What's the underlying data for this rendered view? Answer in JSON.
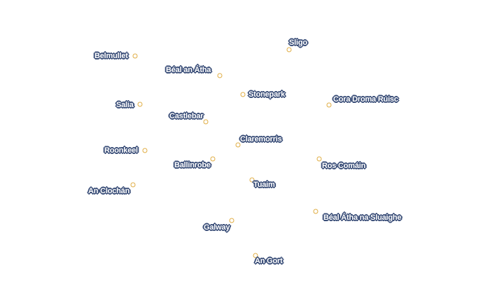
{
  "map": {
    "colors": {
      "marker": "#e0ad44",
      "label_fill": "#ffffff",
      "label_halo": "#3a4e78"
    },
    "places": [
      {
        "id": "sligo",
        "name": "Sligo"
      },
      {
        "id": "belmullet",
        "name": "Belmullet"
      },
      {
        "id": "beal-an-atha",
        "name": "Béal an Átha"
      },
      {
        "id": "stonepark",
        "name": "Stonepark"
      },
      {
        "id": "cora-droma-ruisc",
        "name": "Cora Droma Rúisc"
      },
      {
        "id": "salia",
        "name": "Salia"
      },
      {
        "id": "castlebar",
        "name": "Castlebar"
      },
      {
        "id": "claremorris",
        "name": "Claremorris"
      },
      {
        "id": "roonkeel",
        "name": "Roonkeel"
      },
      {
        "id": "ballinrobe",
        "name": "Ballinrobe"
      },
      {
        "id": "ros-comain",
        "name": "Ros Comáin"
      },
      {
        "id": "tuaim",
        "name": "Tuaim"
      },
      {
        "id": "an-clochan",
        "name": "An Clochán"
      },
      {
        "id": "beal-atha-na-sluaighe",
        "name": "Béal Átha na Sluaighe"
      },
      {
        "id": "galway",
        "name": "Galway"
      },
      {
        "id": "an-gort",
        "name": "An Gort"
      }
    ]
  }
}
